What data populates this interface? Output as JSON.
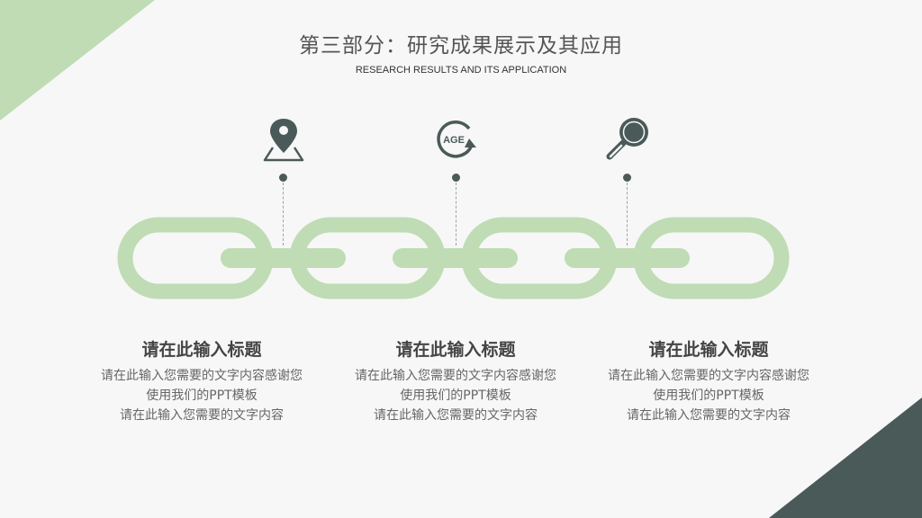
{
  "header": {
    "title": "第三部分：研究成果展示及其应用",
    "subtitle": "RESEARCH RESULTS AND ITS APPLICATION"
  },
  "icons": [
    {
      "name": "location-pin-map-icon"
    },
    {
      "name": "age-refresh-icon",
      "text": "AGE"
    },
    {
      "name": "magnifier-icon"
    }
  ],
  "blocks": [
    {
      "title": "请在此输入标题",
      "lines": [
        "请在此输入您需要的文字内容感谢您",
        "使用我们的PPT模板",
        "请在此输入您需要的文字内容"
      ]
    },
    {
      "title": "请在此输入标题",
      "lines": [
        "请在此输入您需要的文字内容感谢您",
        "使用我们的PPT模板",
        "请在此输入您需要的文字内容"
      ]
    },
    {
      "title": "请在此输入标题",
      "lines": [
        "请在此输入您需要的文字内容感谢您",
        "使用我们的PPT模板",
        "请在此输入您需要的文字内容"
      ]
    }
  ],
  "colors": {
    "accent_green": "#bfdcb5",
    "dark_slate": "#4a5a58",
    "background": "#f7f7f7"
  }
}
